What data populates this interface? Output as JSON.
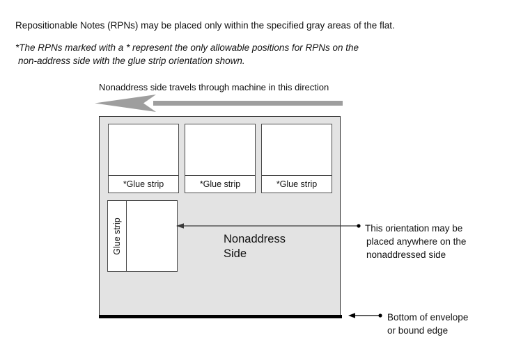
{
  "header": {
    "line_main": "Repositionable Notes (RPNs) may be placed only within the specified gray areas of the flat.",
    "note_line_1": "*The RPNs marked with a * represent the only allowable positions for RPNs on the",
    "note_line_2": " non-address side with the glue strip orientation shown."
  },
  "direction": {
    "caption": "Nonaddress side travels through machine in this direction",
    "arrow_color": "#9e9e9e",
    "arrow_direction": "left"
  },
  "envelope": {
    "fill_color": "#e3e3e3",
    "border_color": "#2e2e2e",
    "bottom_edge_color": "#000000",
    "side_label_line_1": "Nonaddress",
    "side_label_line_2": "Side"
  },
  "rpn_boxes": [
    {
      "id": "rpn-1",
      "glue_label": "*Glue strip",
      "orientation": "horizontal-bottom"
    },
    {
      "id": "rpn-2",
      "glue_label": "*Glue strip",
      "orientation": "horizontal-bottom"
    },
    {
      "id": "rpn-3",
      "glue_label": "*Glue strip",
      "orientation": "horizontal-bottom"
    }
  ],
  "rpn_vertical": {
    "glue_label": "Glue strip",
    "orientation": "vertical-left"
  },
  "callouts": {
    "orientation": {
      "line_1": "This orientation may be",
      "line_2": "placed anywhere on the",
      "line_3": "nonaddressed side",
      "leader_color": "#3a3a3a"
    },
    "bottom": {
      "line_1": "Bottom of envelope",
      "line_2": "or bound edge",
      "leader_color": "#000000"
    }
  }
}
